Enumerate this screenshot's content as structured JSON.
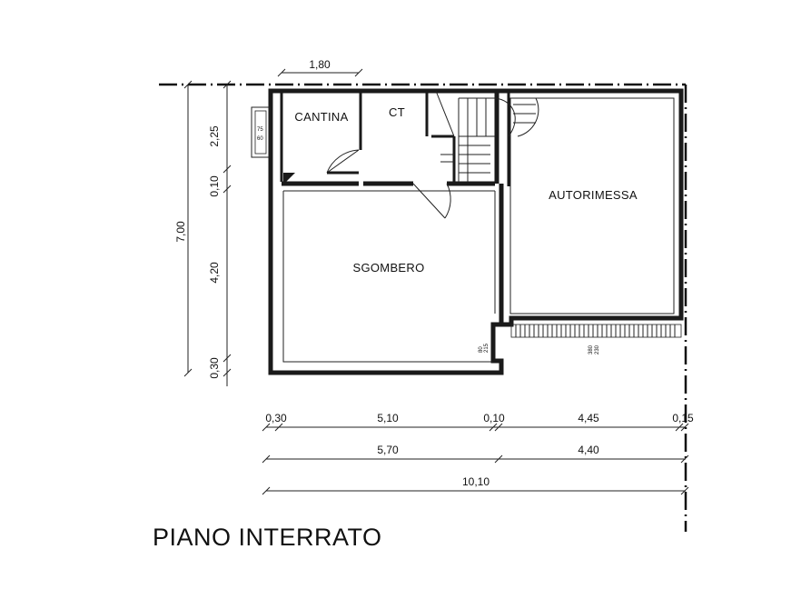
{
  "title": "PIANO INTERRATO",
  "rooms": {
    "cantina": "CANTINA",
    "ct": "CT",
    "autorimessa": "AUTORIMESSA",
    "sgombero": "SGOMBERO"
  },
  "dimensions": {
    "top": "1,80",
    "vertical_total": "7,00",
    "vertical_parts": [
      "2,25",
      "0,10",
      "4,20",
      "0,30"
    ],
    "bottom_row1": [
      "0,30",
      "5,10",
      "0,10",
      "4,45",
      "0,15"
    ],
    "bottom_row2": [
      "5,70",
      "4,40"
    ],
    "bottom_row3": "10,10"
  },
  "openings": {
    "window_w": "75",
    "window_h": "60",
    "door_small_a": "80",
    "door_small_b": "215",
    "garage_a": "380",
    "garage_b": "230"
  }
}
